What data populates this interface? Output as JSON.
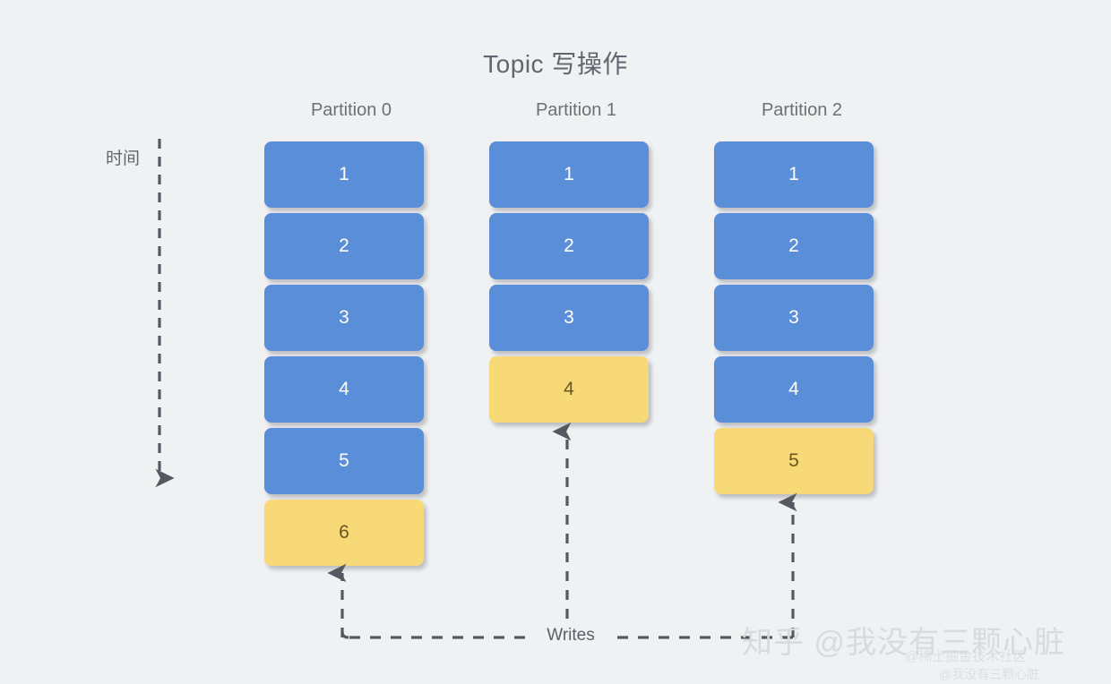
{
  "diagram": {
    "title": "Topic 写操作",
    "time_axis_label": "时间",
    "writes_label": "Writes",
    "colors": {
      "background": "#f0f1f3",
      "box_blue": "#5b8ed9",
      "box_yellow": "#f7d978",
      "blue_text": "#ffffff",
      "yellow_text": "#6b5520",
      "title_text": "#60666e",
      "label_text": "#6b7077",
      "arrow": "#55595f"
    },
    "partitions": [
      {
        "label": "Partition 0",
        "cells": [
          {
            "value": "1",
            "state": "written"
          },
          {
            "value": "2",
            "state": "written"
          },
          {
            "value": "3",
            "state": "written"
          },
          {
            "value": "4",
            "state": "written"
          },
          {
            "value": "5",
            "state": "written"
          },
          {
            "value": "6",
            "state": "incoming"
          }
        ]
      },
      {
        "label": "Partition 1",
        "cells": [
          {
            "value": "1",
            "state": "written"
          },
          {
            "value": "2",
            "state": "written"
          },
          {
            "value": "3",
            "state": "written"
          },
          {
            "value": "4",
            "state": "incoming"
          }
        ]
      },
      {
        "label": "Partition 2",
        "cells": [
          {
            "value": "1",
            "state": "written"
          },
          {
            "value": "2",
            "state": "written"
          },
          {
            "value": "3",
            "state": "written"
          },
          {
            "value": "4",
            "state": "written"
          },
          {
            "value": "5",
            "state": "incoming"
          }
        ]
      }
    ]
  },
  "watermark": {
    "main": "知乎 @我没有三颗心脏",
    "sub1": "@稀土掘金技术社区",
    "sub2": "@我没有三颗心脏"
  }
}
